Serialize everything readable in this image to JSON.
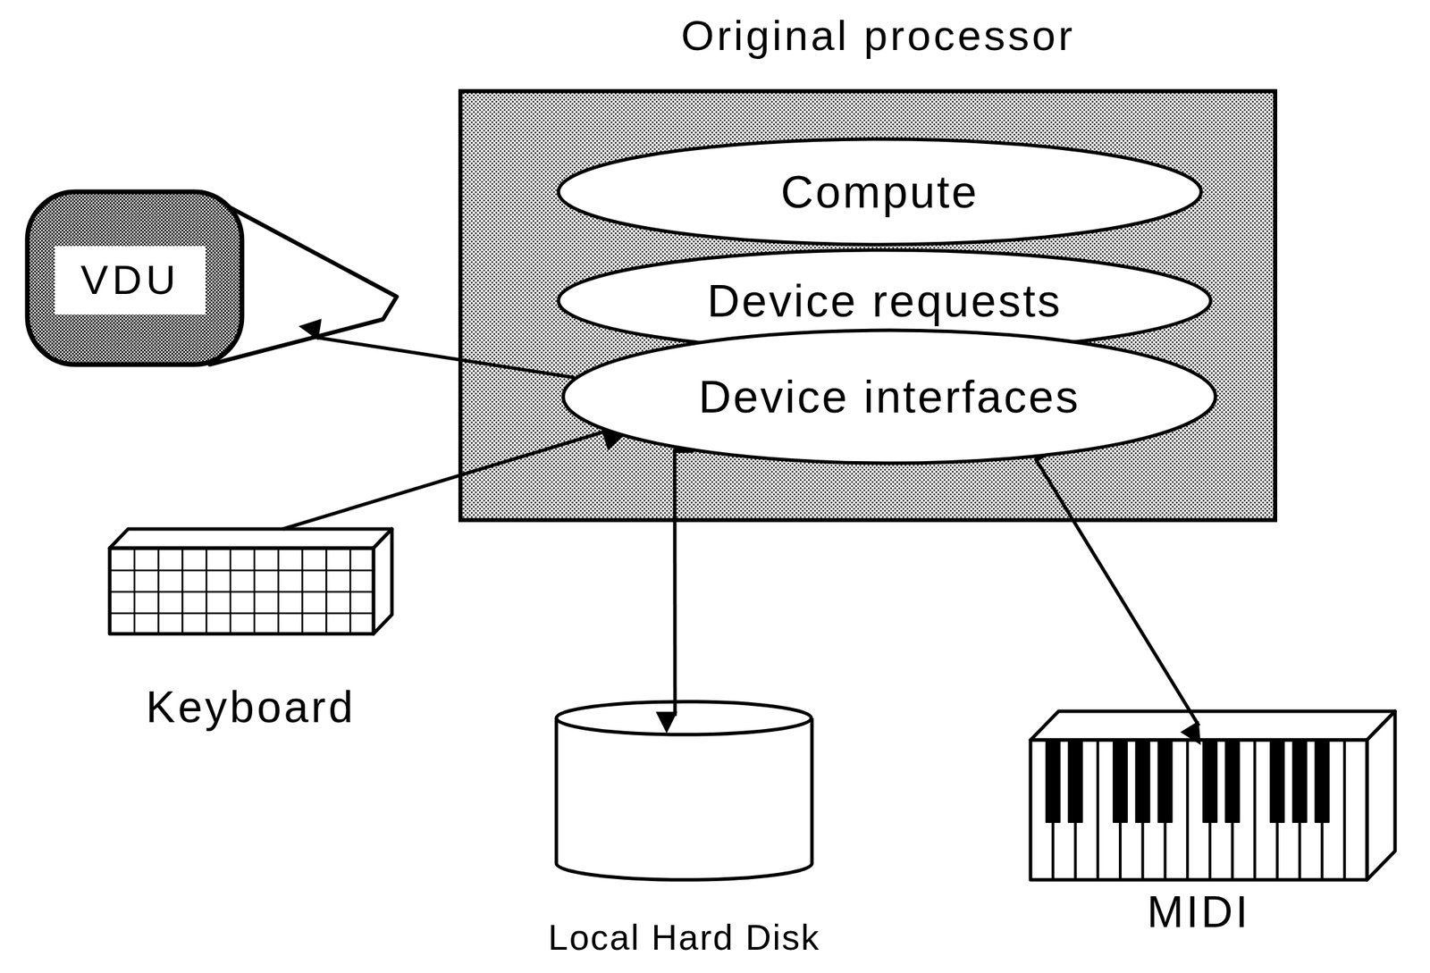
{
  "diagram": {
    "nodes": [
      {
        "text": [
          "Original processor"
        ]
      },
      {
        "text": [
          "Compute"
        ],
        "in": 0
      },
      {
        "text": [
          "Device requests"
        ],
        "in": 0
      },
      {
        "text": [
          "Device interfaces"
        ],
        "in": 0
      },
      {
        "text": [
          "VDU"
        ]
      },
      {
        "text": [
          "Keyboard"
        ]
      },
      {
        "text": [
          "Local Hard Disk"
        ]
      },
      {
        "text": [
          "MIDI"
        ]
      }
    ],
    "edges": [
      {
        "from": 3,
        "to": 4,
        "arrow": "to"
      },
      {
        "from": 5,
        "to": 3,
        "arrow": "to"
      },
      {
        "from": 3,
        "to": 6,
        "arrow": "both"
      },
      {
        "from": 3,
        "to": 7,
        "arrow": "both"
      }
    ]
  }
}
